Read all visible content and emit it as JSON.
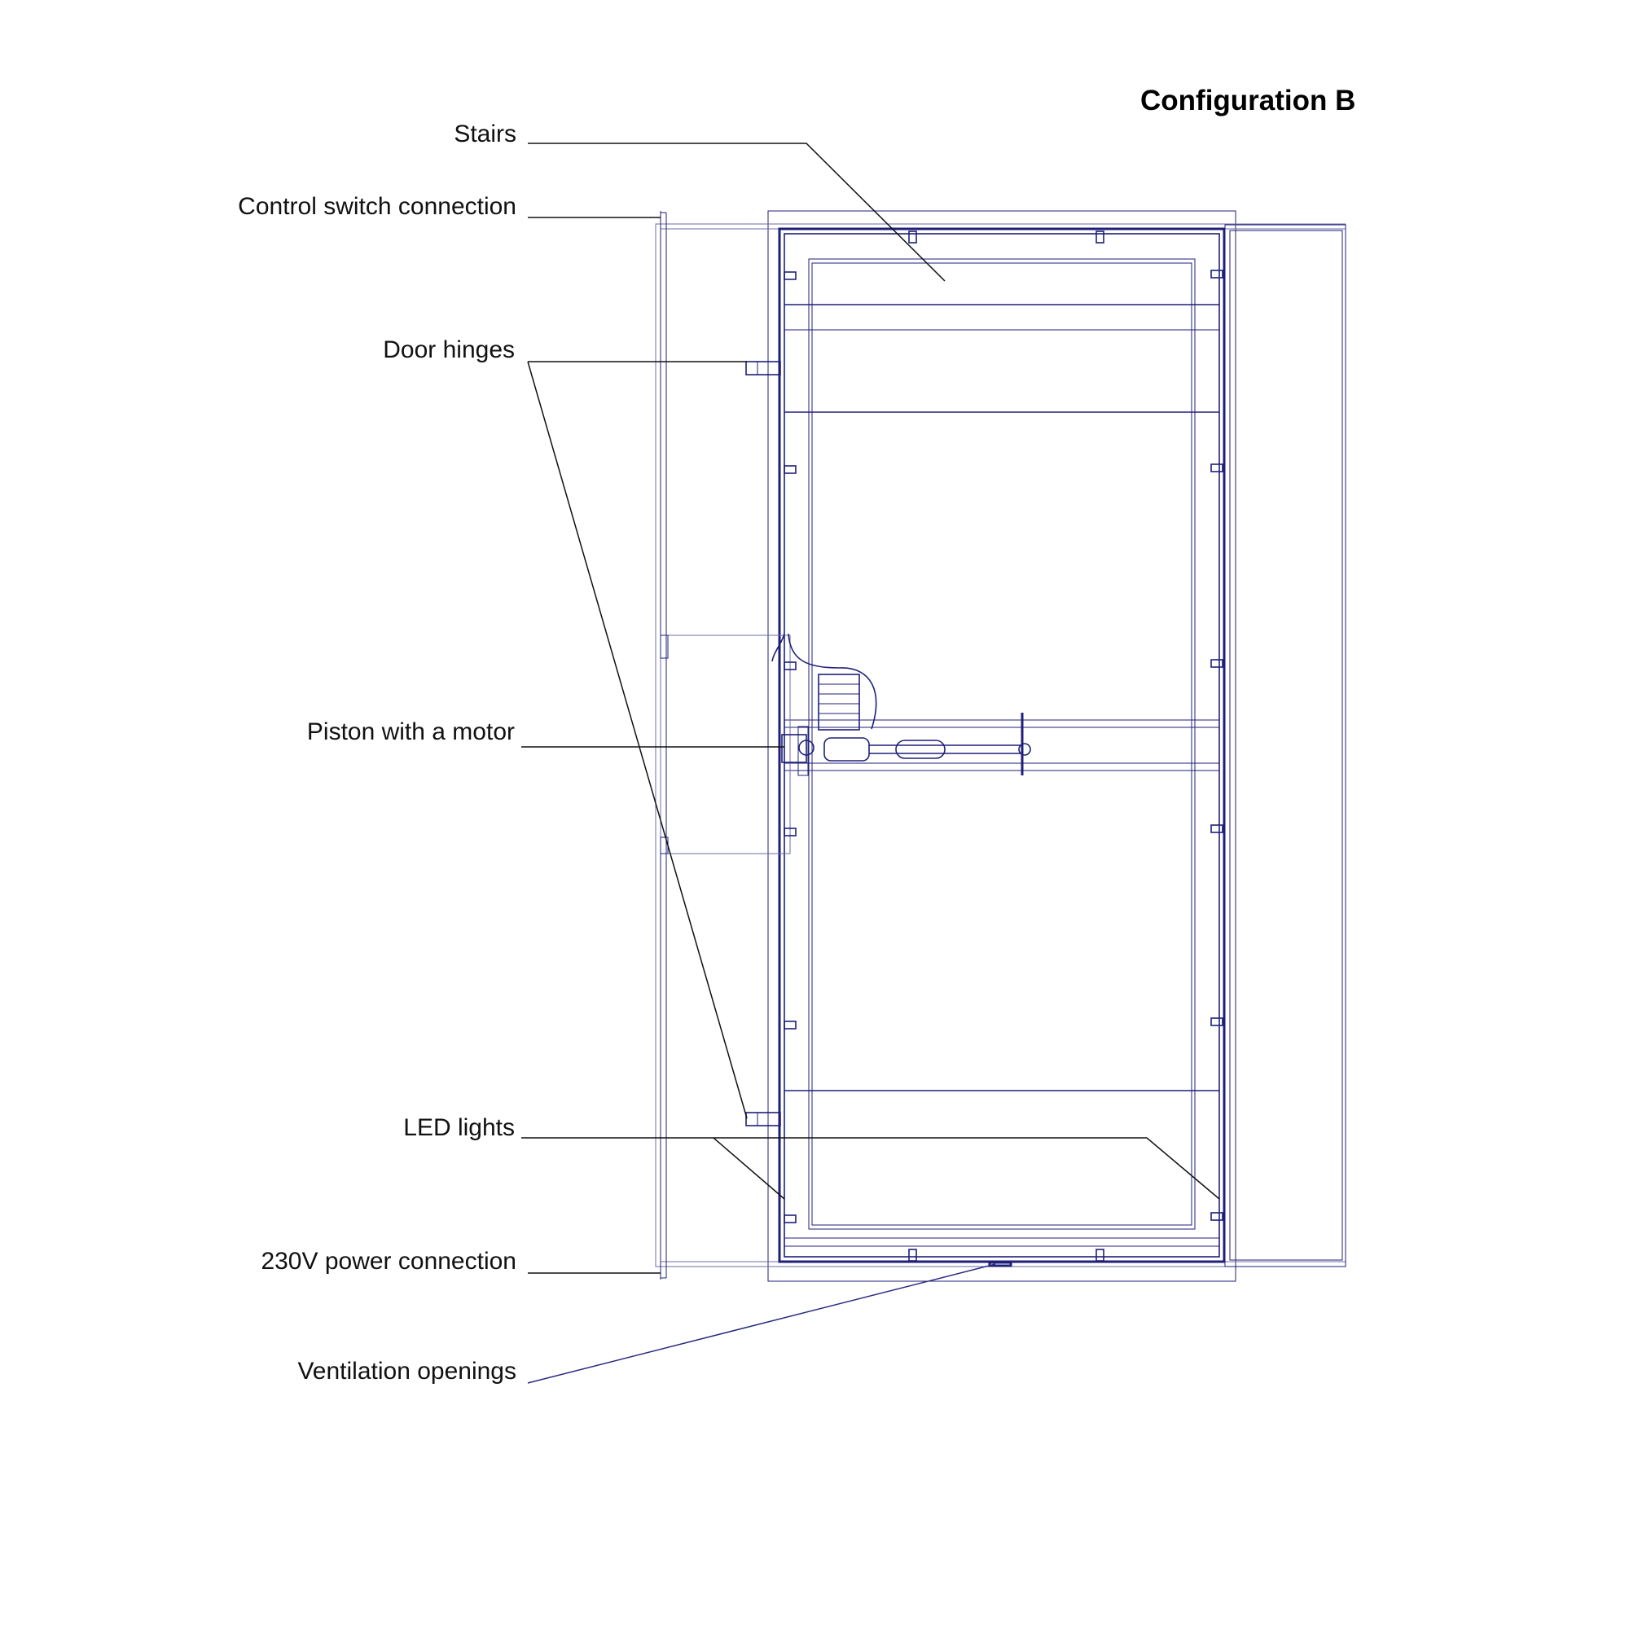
{
  "title": "Configuration B",
  "labels": {
    "stairs": "Stairs",
    "control_switch": "Control switch connection",
    "door_hinges": "Door hinges",
    "piston_motor": "Piston with a motor",
    "led_lights": "LED lights",
    "power": "230V power connection",
    "ventilation": "Ventilation openings"
  },
  "colors": {
    "drawing_line": "#1f1f7a",
    "leader_line": "#111111",
    "background": "#ffffff"
  }
}
